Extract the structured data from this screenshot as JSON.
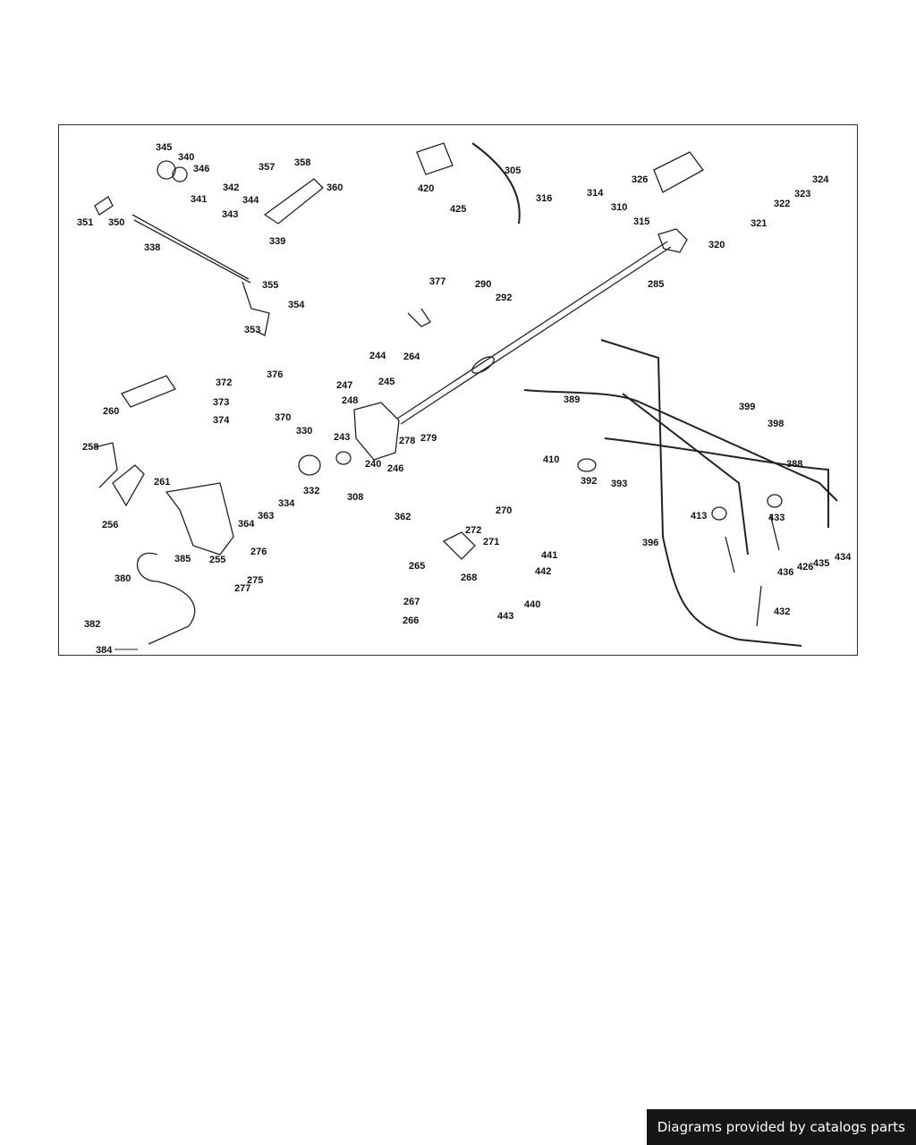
{
  "footer": {
    "credit": "Diagrams provided by catalogs parts"
  },
  "diagram": {
    "labels": [
      "345",
      "340",
      "346",
      "357",
      "358",
      "360",
      "341",
      "342",
      "344",
      "343",
      "339",
      "351",
      "350",
      "338",
      "355",
      "354",
      "353",
      "420",
      "425",
      "305",
      "316",
      "314",
      "310",
      "315",
      "326",
      "324",
      "323",
      "322",
      "321",
      "320",
      "285",
      "377",
      "290",
      "292",
      "264",
      "244",
      "247",
      "245",
      "248",
      "376",
      "372",
      "373",
      "374",
      "370",
      "260",
      "330",
      "243",
      "278",
      "279",
      "240",
      "246",
      "258",
      "261",
      "256",
      "332",
      "334",
      "308",
      "362",
      "389",
      "399",
      "398",
      "410",
      "392",
      "393",
      "388",
      "413",
      "433",
      "396",
      "434",
      "435",
      "426",
      "436",
      "432",
      "255",
      "364",
      "363",
      "276",
      "275",
      "277",
      "385",
      "380",
      "382",
      "384",
      "270",
      "272",
      "271",
      "268",
      "265",
      "267",
      "266",
      "441",
      "442",
      "440",
      "443"
    ]
  }
}
